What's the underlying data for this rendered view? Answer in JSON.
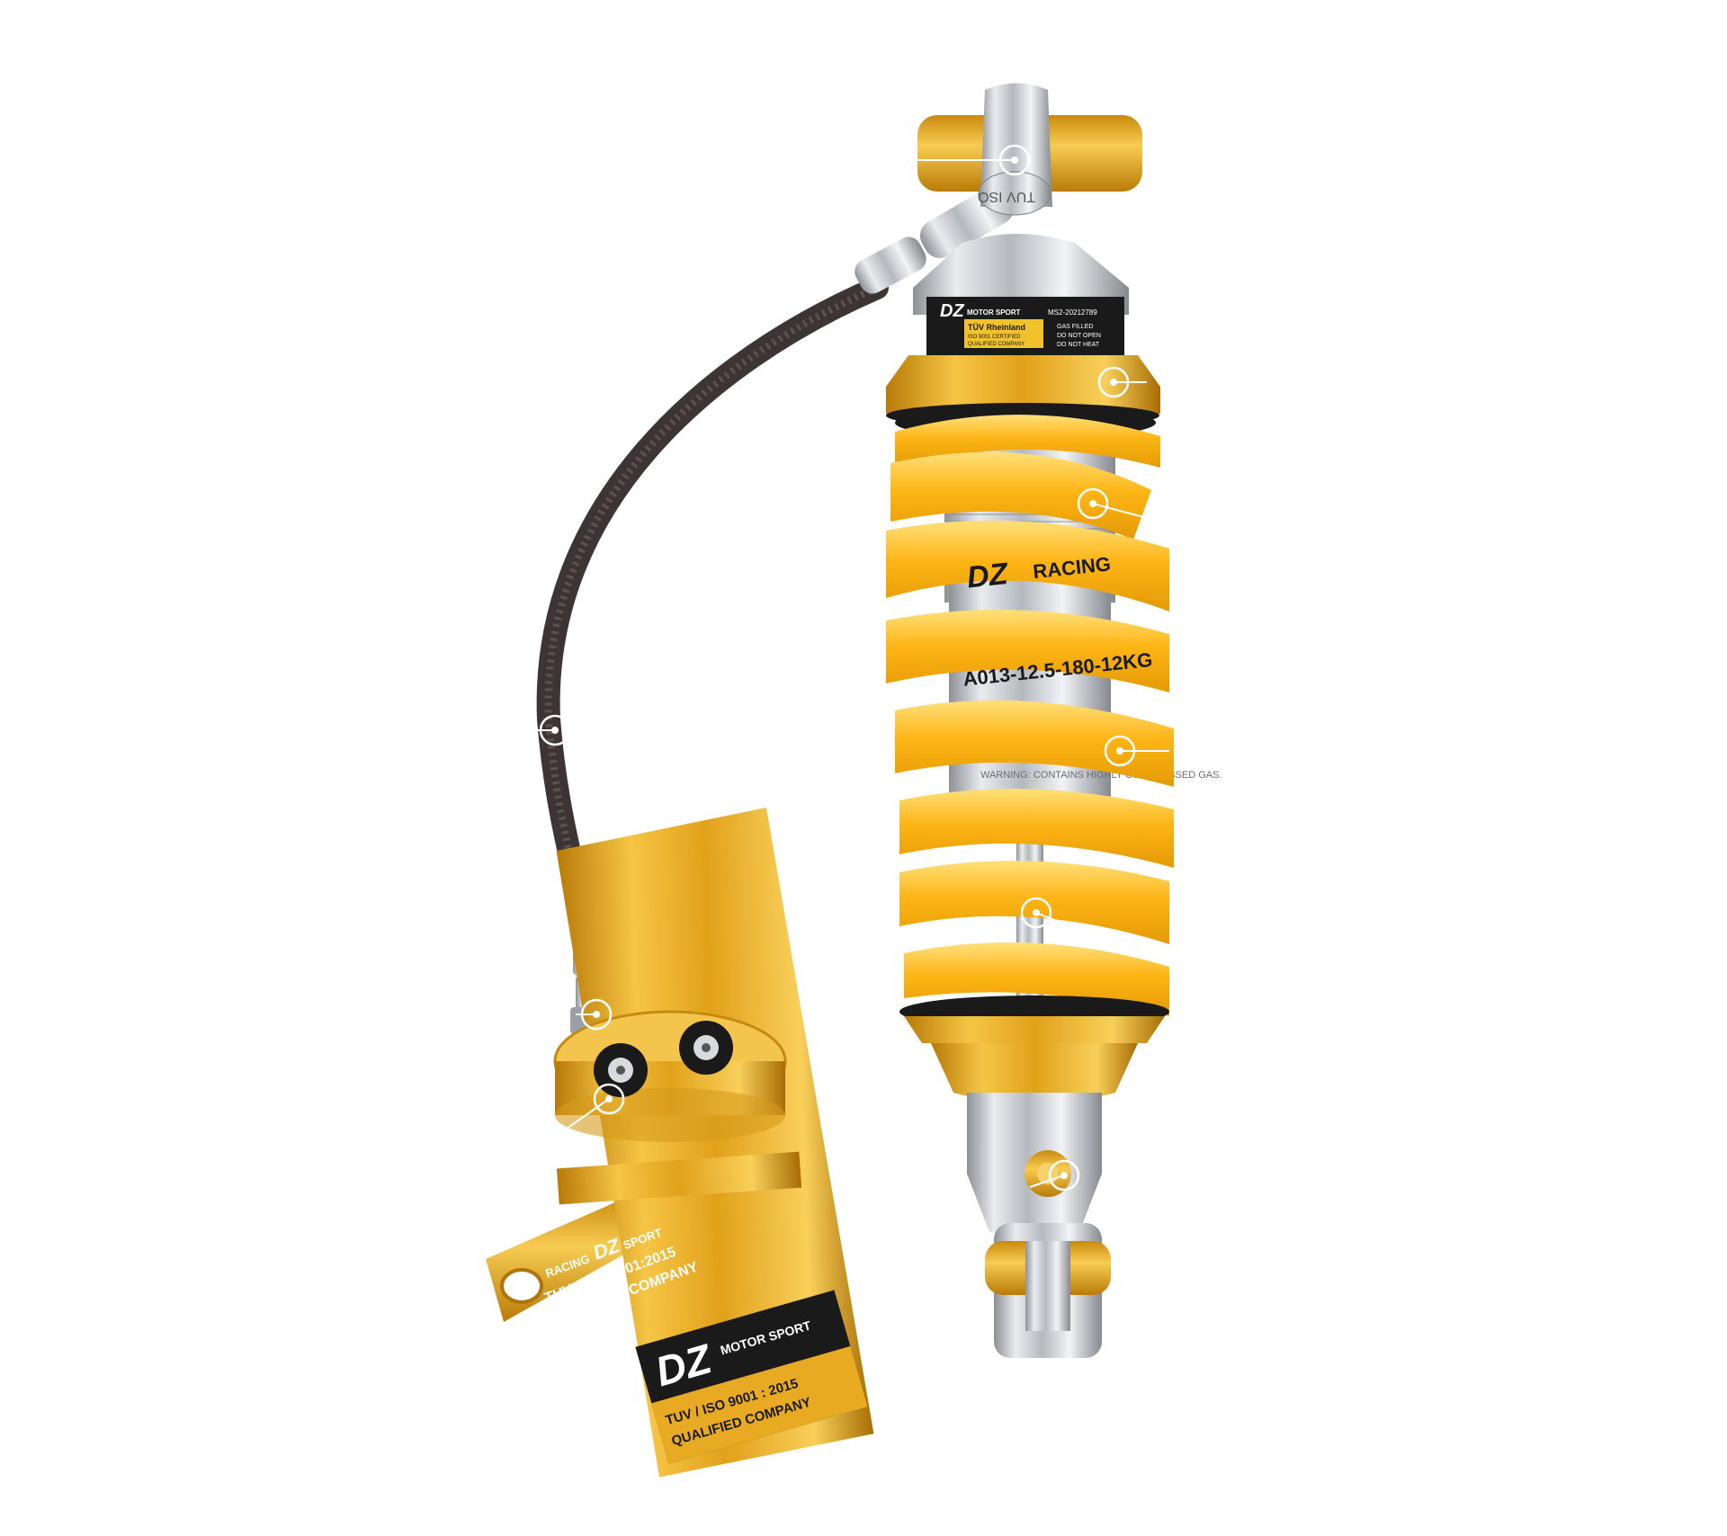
{
  "product": {
    "main_logo": "DZ",
    "spring_brand": "RACING",
    "spring_code": "A013-12.5-180-12KG",
    "top_label": {
      "brand": "MOTOR SPORT",
      "serial": "MS2-20212789",
      "cert": "TÜV Rheinland",
      "cert_sub": "ISO 9001 CERTIFIED",
      "company": "QUALIFIED COMPANY",
      "warn1": "GAS FILLED",
      "warn2": "DO NOT OPEN",
      "warn3": "DO NOT HEAT"
    },
    "eyelet_text": "TUV ISO",
    "body_warning": "WARNING: CONTAINS HIGHLY COMPRESSED GAS.",
    "bracket": {
      "prefix": "RACING",
      "brand": "DZ",
      "suffix": "SPORT",
      "line1": "TUV / ISO 9001:2015",
      "line2": "QUALIFIED  COMPANY"
    },
    "reservoir": {
      "brand": "DZ",
      "brand_sub": "MOTOR SPORT",
      "line1": "TUV / ISO 9001 : 2015",
      "line2": "QUALIFIED COMPANY"
    }
  },
  "colors": {
    "spring": "#fdb515",
    "gold": "#e6a318",
    "silver": "#c9ccd0",
    "hose": "#4a4140",
    "label_black": "#1a1a1a"
  },
  "hotspots": [
    {
      "name": "top-eyelet"
    },
    {
      "name": "preload-collar"
    },
    {
      "name": "threaded-body"
    },
    {
      "name": "spring"
    },
    {
      "name": "piston-rod"
    },
    {
      "name": "bottom-adjuster"
    },
    {
      "name": "hose"
    },
    {
      "name": "hose-fitting"
    },
    {
      "name": "reservoir-adjuster"
    }
  ]
}
